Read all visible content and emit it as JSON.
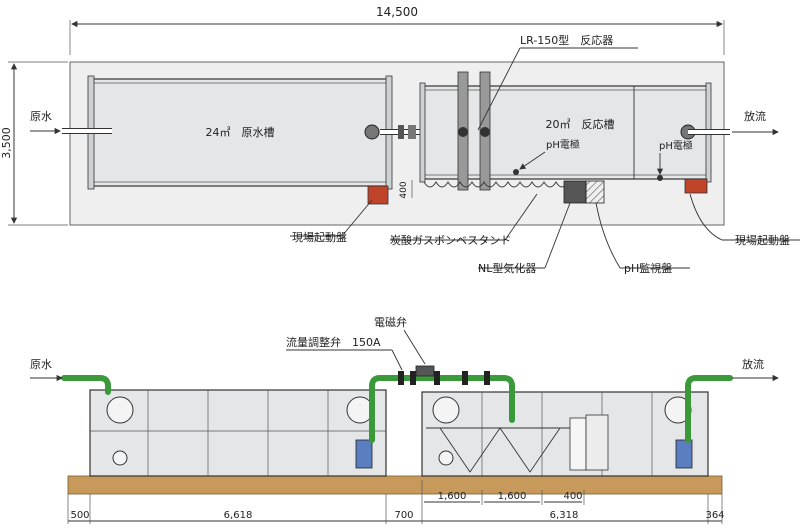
{
  "title_dimension": "14,500",
  "height_dimension": "3,500",
  "plan": {
    "inlet_label": "原水",
    "outlet_label": "放流",
    "raw_tank_label": "24㎥　原水槽",
    "reactor_tank_label": "20㎥　反応槽",
    "reactor_model_label": "LR-150型　反応器",
    "ph_electrode_1": "pH電極",
    "ph_electrode_2": "pH電極",
    "stand_height": "400",
    "callouts": {
      "site_panel_left": "現場起動盤",
      "co2_stand": "炭酸ガスボンベスタンド",
      "vaporizer": "NL型気化器",
      "ph_monitor": "pH監視盤",
      "site_panel_right": "現場起動盤"
    }
  },
  "elevation": {
    "inlet_label": "原水",
    "outlet_label": "放流",
    "solenoid_valve_label": "電磁弁",
    "flow_valve_label": "流量調整弁　150A",
    "dims_upper": [
      "1,600",
      "1,600",
      "400"
    ],
    "dims_lower": [
      "500",
      "6,618",
      "700",
      "6,318",
      "364"
    ]
  },
  "colors": {
    "pipe": "#3a9a3a",
    "tank": "#e4e6e8",
    "panel": "#c0442a",
    "pump": "#5a7ec0",
    "ground": "#c79a5c"
  }
}
